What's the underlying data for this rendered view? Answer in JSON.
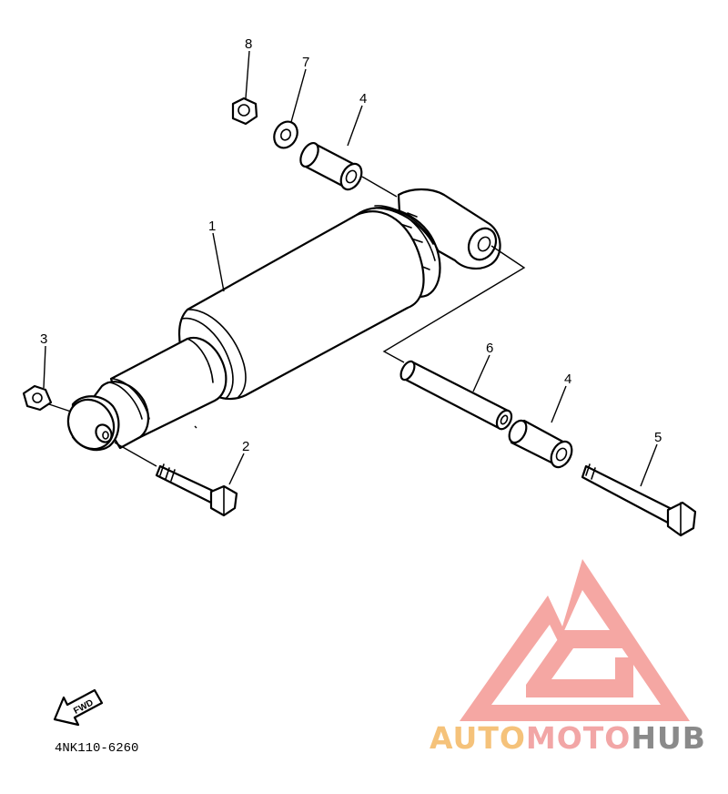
{
  "diagram": {
    "callouts": {
      "c1": "1",
      "c2": "2",
      "c3": "3",
      "c4a": "4",
      "c4b": "4",
      "c5": "5",
      "c6": "6",
      "c7": "7",
      "c8": "8"
    },
    "fwd_label": "FWD",
    "part_code": "4NK110-6260"
  },
  "watermark": {
    "word_auto": "AUTO",
    "word_moto": "MOTO",
    "word_hub": "HUB",
    "colors": {
      "auto": "#F5C27A",
      "moto": "#F2A6A6",
      "hub": "#8A8A8A",
      "logo": "#F5A7A3"
    }
  }
}
